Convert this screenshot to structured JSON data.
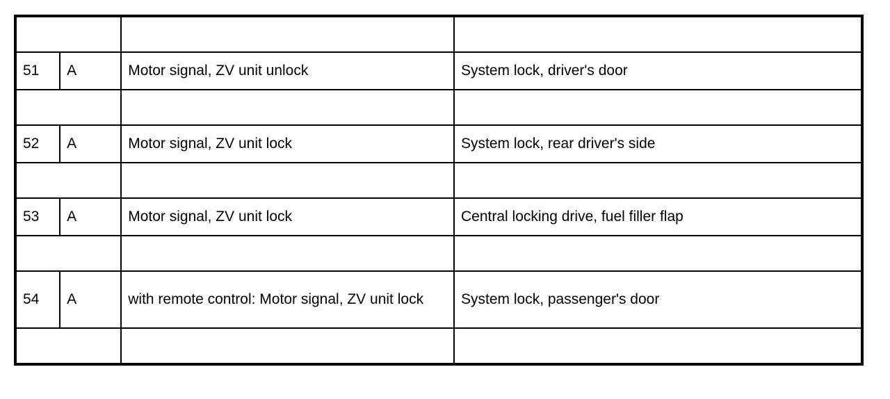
{
  "document": {
    "type": "wiring-diagram-legend-table",
    "background_color": "#ffffff",
    "line_color": "#000000",
    "text_color": "#000000"
  },
  "table": {
    "columns": [
      {
        "key": "number",
        "header": ""
      },
      {
        "key": "code",
        "header": ""
      },
      {
        "key": "description",
        "header": ""
      },
      {
        "key": "target",
        "header": ""
      }
    ],
    "rows": [
      {
        "kind": "spacer",
        "number": "",
        "code": "",
        "description": "",
        "target": ""
      },
      {
        "kind": "data",
        "number": "51",
        "code": "A",
        "description": "Motor signal, ZV unit unlock",
        "target": "System lock, driver's door"
      },
      {
        "kind": "spacer",
        "number": "",
        "code": "",
        "description": "",
        "target": ""
      },
      {
        "kind": "data",
        "number": "52",
        "code": "A",
        "description": "Motor signal, ZV unit lock",
        "target": "System lock, rear driver's side"
      },
      {
        "kind": "spacer",
        "number": "",
        "code": "",
        "description": "",
        "target": ""
      },
      {
        "kind": "data",
        "number": "53",
        "code": "A",
        "description": "Motor signal, ZV unit lock",
        "target": "Central locking drive, fuel filler flap"
      },
      {
        "kind": "spacer",
        "number": "",
        "code": "",
        "description": "",
        "target": ""
      },
      {
        "kind": "data-tall",
        "number": "54",
        "code": "A",
        "description": "with remote control: Motor signal, ZV unit lock",
        "target": "System lock, passenger's door"
      },
      {
        "kind": "spacer",
        "number": "",
        "code": "",
        "description": "",
        "target": ""
      }
    ]
  }
}
